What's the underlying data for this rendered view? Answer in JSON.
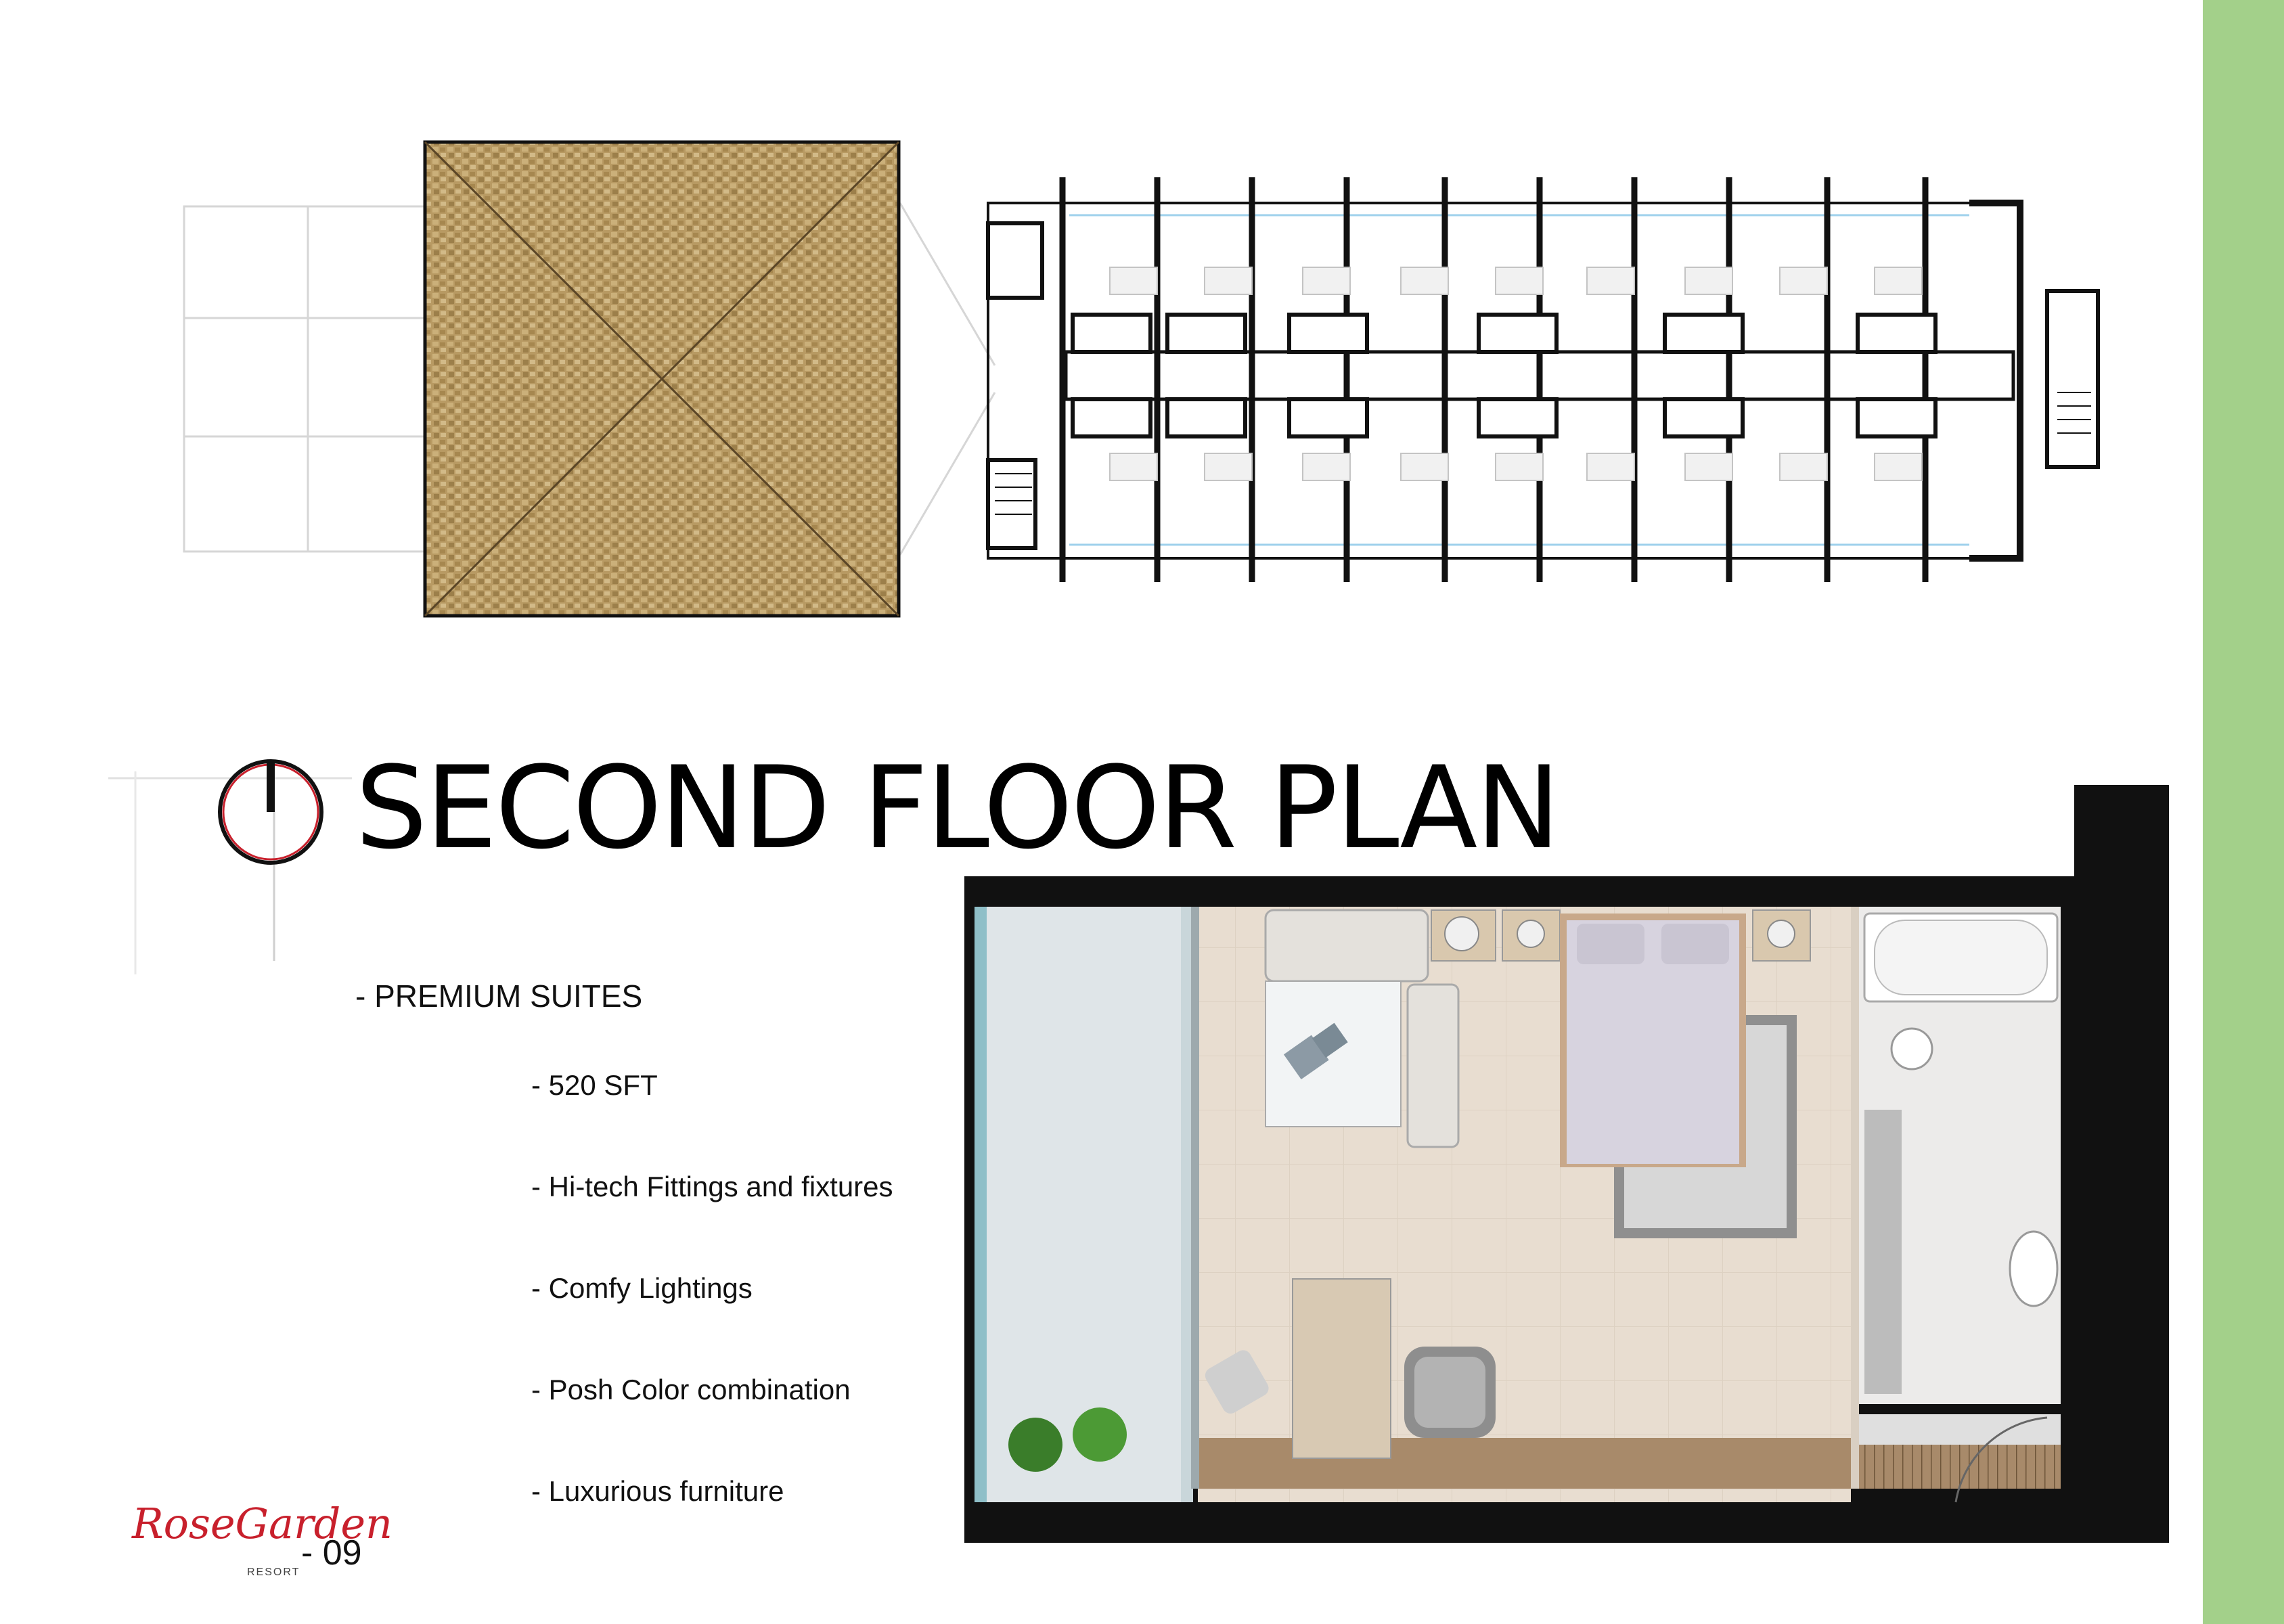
{
  "title": "SECOND FLOOR PLAN",
  "suite": {
    "heading": "- PREMIUM SUITES",
    "features": [
      "- 520  SFT",
      "- Hi-tech Fittings and fixtures",
      "- Comfy Lightings",
      "- Posh Color combination",
      "- Luxurious furniture"
    ]
  },
  "brand": {
    "logo_text": "RoseGarden",
    "logo_subtext": "RESORT"
  },
  "page_number": "-  09",
  "colors": {
    "accent_bar": "#a3d08a",
    "roof": "#b89a63",
    "floor": "#e8ddd0",
    "deck": "#a88a6a",
    "wall": "#111111",
    "logo": "#c8202c"
  }
}
